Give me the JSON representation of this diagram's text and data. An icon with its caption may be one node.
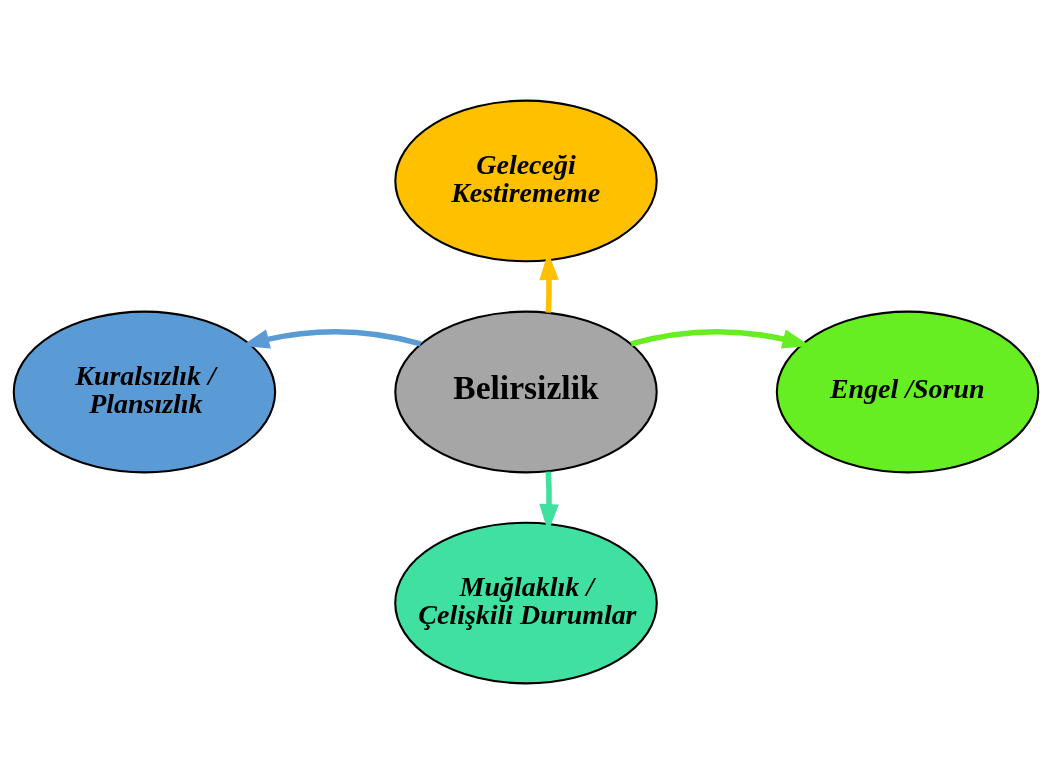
{
  "diagram": {
    "nodes": [
      {
        "text": [
          "Belirsizlik"
        ]
      },
      {
        "text": [
          "Geleceği Kestirememe"
        ]
      },
      {
        "text": [
          "Kuralsızlık / Plansızlık"
        ]
      },
      {
        "text": [
          "Engel /Sorun"
        ]
      },
      {
        "text": [
          "Muğlaklık / Çelişkili Durumlar"
        ]
      }
    ],
    "edges": [
      {
        "from": 0,
        "to": 1,
        "arrow": "to",
        "color": "#ffc000"
      },
      {
        "from": 0,
        "to": 2,
        "arrow": "to",
        "color": "#5b9bd5"
      },
      {
        "from": 0,
        "to": 3,
        "arrow": "to",
        "color": "#66ee22"
      },
      {
        "from": 0,
        "to": 4,
        "arrow": "to",
        "color": "#40e0a0"
      }
    ]
  }
}
